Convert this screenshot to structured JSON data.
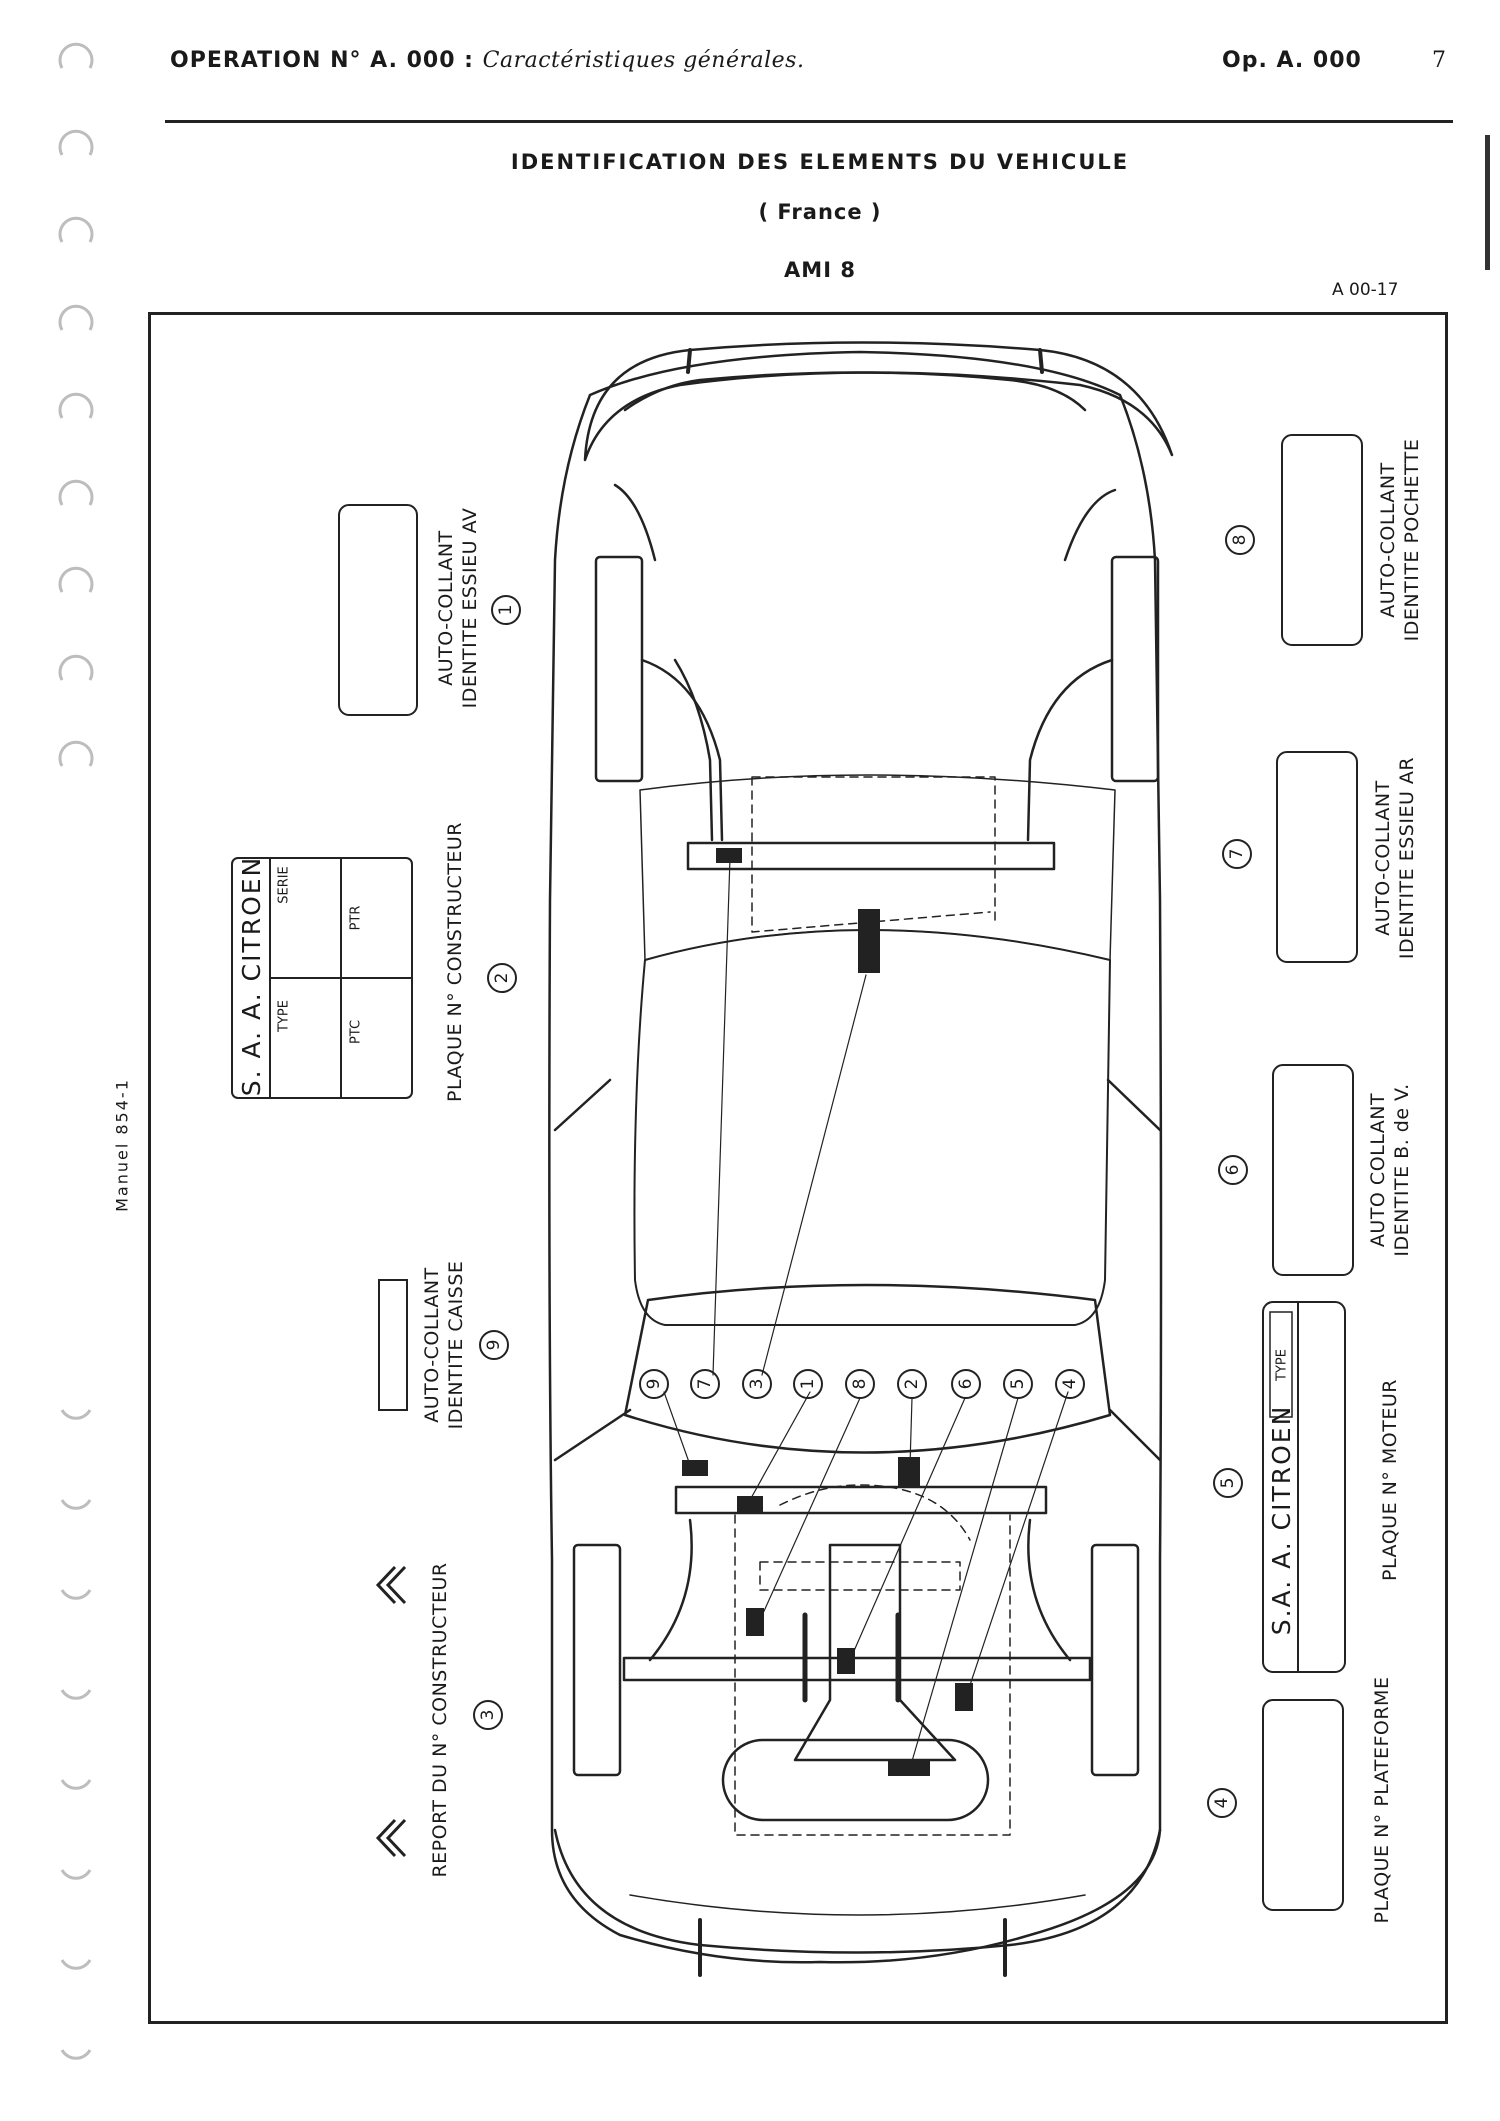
{
  "header": {
    "operation": "OPERATION N° A. 000 :",
    "subject": "Caractéristiques générales.",
    "op_ref": "Op. A. 000",
    "page": "7"
  },
  "titles": {
    "main": "IDENTIFICATION DES ELEMENTS DU VEHICULE",
    "country": "( France )",
    "model": "AMI 8"
  },
  "figure_ref": "A 00-17",
  "side_note": "Manuel 854-1",
  "left_labels": {
    "l1": {
      "num": "1",
      "line1": "AUTO-COLLANT",
      "line2": "IDENTITE ESSIEU AV"
    },
    "l2": {
      "num": "2",
      "line1": "PLAQUE N° CONSTRUCTEUR"
    },
    "l9": {
      "num": "9",
      "line1": "AUTO-COLLANT",
      "line2": "IDENTITE CAISSE"
    },
    "l3": {
      "num": "3",
      "line1": "REPORT DU N° CONSTRUCTEUR"
    }
  },
  "right_labels": {
    "l8": {
      "num": "8",
      "line1": "AUTO-COLLANT",
      "line2": "IDENTITE POCHETTE"
    },
    "l7": {
      "num": "7",
      "line1": "AUTO-COLLANT",
      "line2": "IDENTITE ESSIEU AR"
    },
    "l6": {
      "num": "6",
      "line1": "AUTO COLLANT",
      "line2": "IDENTITE B. de V."
    },
    "l5": {
      "num": "5",
      "line1": "PLAQUE N° MOTEUR"
    },
    "l4": {
      "num": "4",
      "line1": "PLAQUE N° PLATEFORME"
    }
  },
  "builder_plate": {
    "brand": "S. A. A. CITROEN",
    "type": "TYPE",
    "serie": "SERIE",
    "ptc": "PTC",
    "ptr": "PTR"
  },
  "engine_plate": {
    "brand": "S.A. A. CITROEN",
    "type": "TYPE"
  },
  "callouts": [
    "9",
    "7",
    "3",
    "1",
    "8",
    "2",
    "6",
    "5",
    "4"
  ]
}
